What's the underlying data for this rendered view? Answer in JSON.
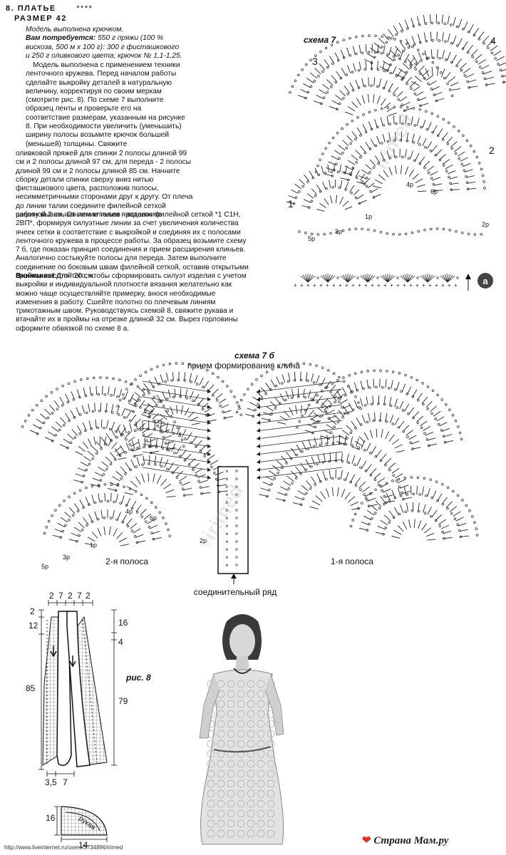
{
  "header": {
    "item": "8. ПЛАТЬЕ",
    "stars": "****",
    "size": "РАЗМЕР 42"
  },
  "intro": {
    "made": "Модель выполнена крючком.",
    "need_label": "Вам потребуется:",
    "need_text": "550 г пряжи (100 % вискоза, 500 м х 100 г): 300 г фисташкового и 250 г оливкового цвета; крючок № 1,1-1,25.",
    "p1": "Модель выполнена с применением техники ленточного кружева. Перед началом работы сделайте выкройку деталей в натуральную величину, корректируя по своим меркам (смотрите рис. 8). По схеме 7 выполните образец ленты и проверьте его на соответствие размерам, указанным на рисунке 8. При необходимости увеличить (уменьшить) ширину полосы возьмите крючок большей (меньшей) толщины. Свяжите",
    "p2": "оливковой пряжей для спинки 2 полосы длиной 99 см и 2 полосы длиной 97 см, для переда - 2 полосы длиной 99 см и 2 полосы длиной 85 см. Начните сборку детали спинки сверху вниз нитью фисташкового цвета, расположив полосы, несимметричными сторонами друг к другу. От плеча до линии талии соедините филейной сеткой шириной 2 см. От линии талии продолжите",
    "p3": "работу вывязыванием клиньев - вставок филейной сеткой *1 С1Н, 2ВП*, формируя силуэтные линии за счет увеличения количества ячеек сетки в соответствие с выкройкой и соединяя их с полосами ленточного кружева в процессе работы. За образец возьмите схему 7 б, где показан принцип соединения и прием расширения клиньев. Аналогично состыкуйте полосы для переда. Затем выполните соединение по боковым швам филейной сеткой, оставив открытыми проймы высотой 20 см.",
    "attention_label": "Внимание!",
    "attention_text": "Для того, чтобы сформировать силуэт изделия с учетом выкройки и индивидуальной плотности вязания желательно как можно чаще осуществляйте примерку, внося необходимые изменения в работу. Сшейте полотно по плечевым линиям трикотажным швом. Руководствуясь схемой 8, свяжите рукава и втачайте их в проймы на отрезке длиной 32 см. Вырез горловины оформите обвязкой по схеме 8 а."
  },
  "scheme7": {
    "title": "схема 7",
    "nums": [
      "1",
      "2",
      "3",
      "4"
    ],
    "rows": [
      "5р",
      "3р",
      "1р",
      "4р",
      "6р",
      "2р"
    ],
    "edge_label": "а"
  },
  "scheme7b": {
    "title": "схема 7 б",
    "subtitle": "прием формирования клина",
    "strip2": "2-я полоса",
    "strip1": "1-я полоса",
    "join": "соединительный ряд",
    "rows": [
      "5р",
      "3р",
      "1р",
      "4р",
      "6р",
      "2р"
    ]
  },
  "pattern": {
    "top_dims": [
      "2",
      "7",
      "2",
      "7",
      "2"
    ],
    "left_dims": [
      "2",
      "12",
      "85"
    ],
    "right_dims": [
      "16",
      "4",
      "79"
    ],
    "bottom_dims": [
      "3,5",
      "7"
    ],
    "fig": "рис. 8",
    "sleeve_h": "16",
    "sleeve_w": "14",
    "sleeve_label": "рукав"
  },
  "watermark": "irimed",
  "footer": {
    "url": "http://www.liveinternet.ru/users/3734896/irimed",
    "logo": "Страна Мам",
    "logo_suffix": ".ру"
  }
}
